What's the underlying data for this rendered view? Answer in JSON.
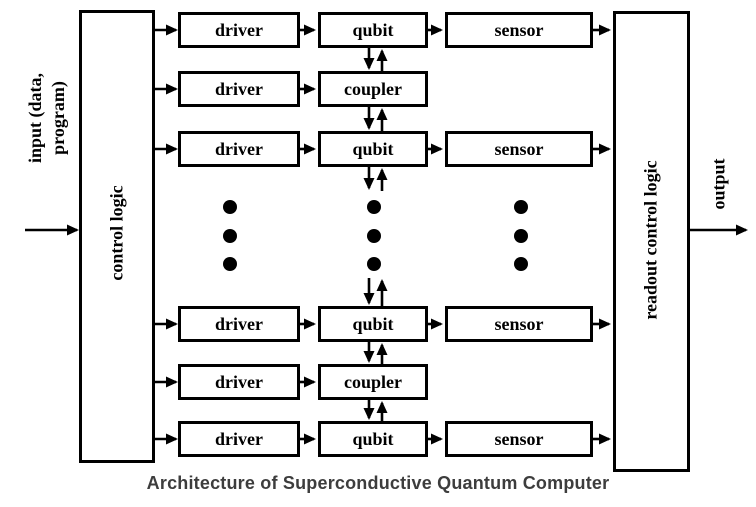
{
  "title": "Architecture of Superconductive Quantum Computer",
  "colors": {
    "line": "#000000",
    "caption": "#3d3d3d",
    "background": "#ffffff"
  },
  "io": {
    "input_label_line1": "input (data,",
    "input_label_line2": "program)",
    "output_label": "output"
  },
  "columns": {
    "control_label": "control logic",
    "readout_label": "readout control logic"
  },
  "rows": [
    {
      "driver": "driver",
      "middle": "qubit",
      "sensor": "sensor"
    },
    {
      "driver": "driver",
      "middle": "coupler"
    },
    {
      "driver": "driver",
      "middle": "qubit",
      "sensor": "sensor"
    },
    {
      "driver": "driver",
      "middle": "qubit",
      "sensor": "sensor"
    },
    {
      "driver": "driver",
      "middle": "coupler"
    },
    {
      "driver": "driver",
      "middle": "qubit",
      "sensor": "sensor"
    }
  ]
}
